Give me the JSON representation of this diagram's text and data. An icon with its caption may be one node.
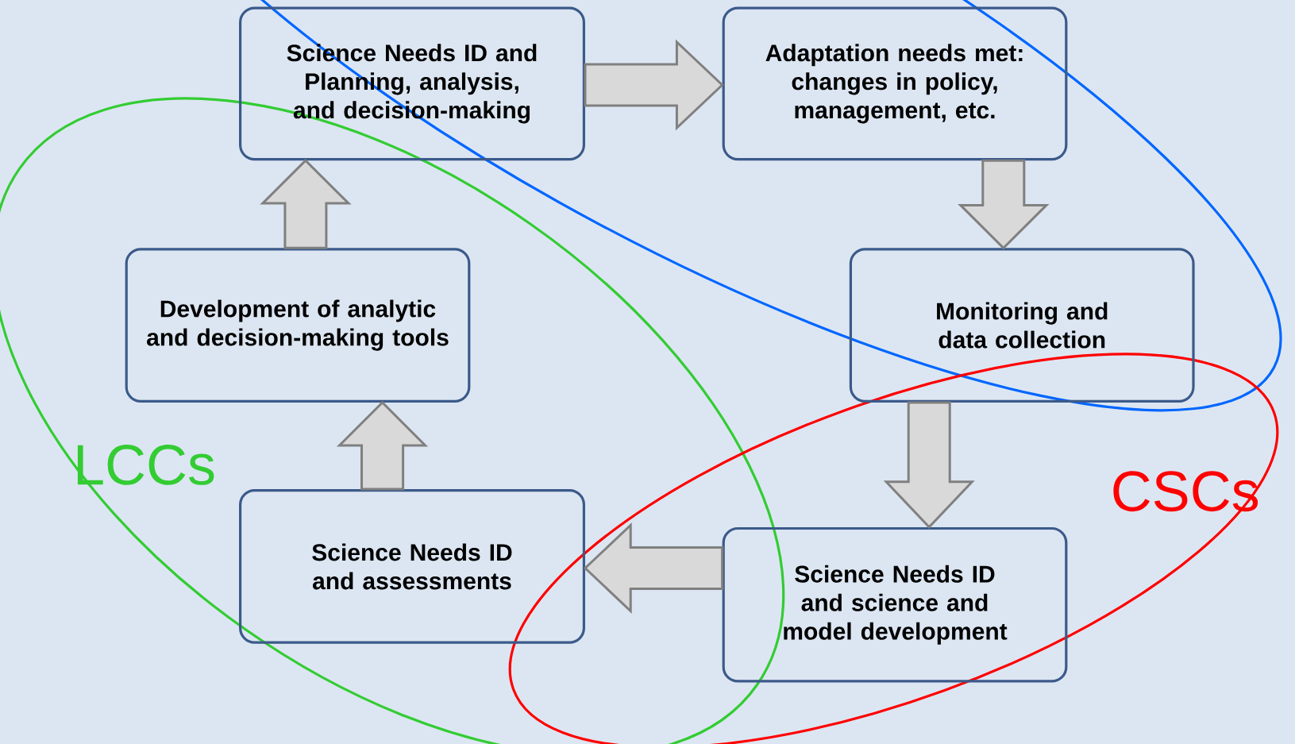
{
  "diagram": {
    "nodes": [
      {
        "text": [
          "Science Needs ID and Planning, analysis, and decision-making"
        ]
      },
      {
        "text": [
          "Adaptation needs met: changes in policy, management, etc."
        ]
      },
      {
        "text": [
          "Monitoring and data collection"
        ]
      },
      {
        "text": [
          "Science Needs ID and science and model development"
        ]
      },
      {
        "text": [
          "Science Needs ID and assessments"
        ]
      },
      {
        "text": [
          "Development of analytic and decision-making tools"
        ]
      }
    ],
    "edges": [
      {
        "from": 0,
        "to": 1,
        "arrow": "to"
      },
      {
        "from": 1,
        "to": 2,
        "arrow": "to"
      },
      {
        "from": 2,
        "to": 3,
        "arrow": "to"
      },
      {
        "from": 3,
        "to": 4,
        "arrow": "to"
      },
      {
        "from": 4,
        "to": 5,
        "arrow": "to"
      },
      {
        "from": 5,
        "to": 0,
        "arrow": "to"
      }
    ],
    "labels": [
      "LCCs",
      "CSCs"
    ]
  }
}
